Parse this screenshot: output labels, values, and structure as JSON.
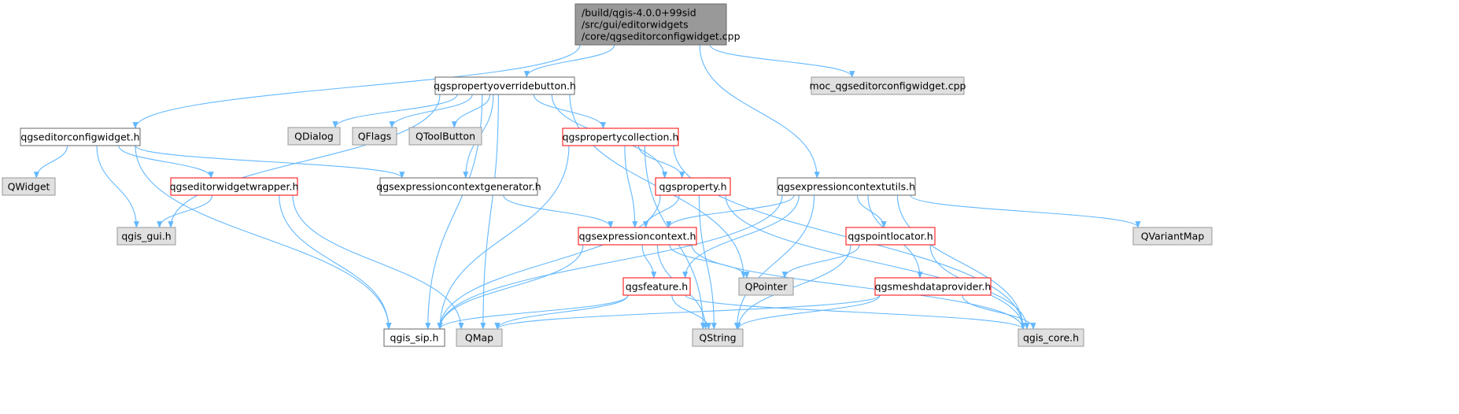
{
  "title": "Include dependency graph for qgseditorconfigwidget.cpp",
  "colors": {
    "edge": "#63b8ff",
    "root_fill": "#999999",
    "root_border": "#666666",
    "documented_fill": "#ffffff",
    "documented_border": "#666666",
    "red_border": "#ff0000",
    "external_fill": "#e0e0e0",
    "external_border": "#999999"
  },
  "nodes": [
    {
      "id": "root",
      "kind": "root",
      "lines": [
        "/build/qgis-4.0.0+99sid",
        "/src/gui/editorwidgets",
        "/core/qgseditorconfigwidget.cpp"
      ]
    },
    {
      "id": "propoverride",
      "kind": "documented",
      "lines": [
        "qgspropertyoverridebutton.h"
      ]
    },
    {
      "id": "moc",
      "kind": "external",
      "lines": [
        "moc_qgseditorconfigwidget.cpp"
      ]
    },
    {
      "id": "edconfh",
      "kind": "documented",
      "lines": [
        "qgseditorconfigwidget.h"
      ]
    },
    {
      "id": "qdialog",
      "kind": "external",
      "lines": [
        "QDialog"
      ]
    },
    {
      "id": "qflags",
      "kind": "external",
      "lines": [
        "QFlags"
      ]
    },
    {
      "id": "qtoolbutton",
      "kind": "external",
      "lines": [
        "QToolButton"
      ]
    },
    {
      "id": "propcoll",
      "kind": "red",
      "lines": [
        "qgspropertycollection.h"
      ]
    },
    {
      "id": "qwidget",
      "kind": "external",
      "lines": [
        "QWidget"
      ]
    },
    {
      "id": "edwrap",
      "kind": "red",
      "lines": [
        "qgseditorwidgetwrapper.h"
      ]
    },
    {
      "id": "exprgen",
      "kind": "documented",
      "lines": [
        "qgsexpressioncontextgenerator.h"
      ]
    },
    {
      "id": "prop",
      "kind": "red",
      "lines": [
        "qgsproperty.h"
      ]
    },
    {
      "id": "exprutils",
      "kind": "documented",
      "lines": [
        "qgsexpressioncontextutils.h"
      ]
    },
    {
      "id": "qgisgui",
      "kind": "external",
      "lines": [
        "qgis_gui.h"
      ]
    },
    {
      "id": "exprctx",
      "kind": "red",
      "lines": [
        "qgsexpressioncontext.h"
      ]
    },
    {
      "id": "pointloc",
      "kind": "red",
      "lines": [
        "qgspointlocator.h"
      ]
    },
    {
      "id": "qvariantmap",
      "kind": "external",
      "lines": [
        "QVariantMap"
      ]
    },
    {
      "id": "qpointer",
      "kind": "external",
      "lines": [
        "QPointer"
      ]
    },
    {
      "id": "feature",
      "kind": "red",
      "lines": [
        "qgsfeature.h"
      ]
    },
    {
      "id": "meshdp",
      "kind": "red",
      "lines": [
        "qgsmeshdataprovider.h"
      ]
    },
    {
      "id": "qgissip",
      "kind": "documented",
      "lines": [
        "qgis_sip.h"
      ]
    },
    {
      "id": "qmap",
      "kind": "external",
      "lines": [
        "QMap"
      ]
    },
    {
      "id": "qstring",
      "kind": "external",
      "lines": [
        "QString"
      ]
    },
    {
      "id": "qgiscore",
      "kind": "external",
      "lines": [
        "qgis_core.h"
      ]
    }
  ],
  "edges": [
    [
      "root",
      "edconfh"
    ],
    [
      "root",
      "propoverride"
    ],
    [
      "root",
      "exprutils"
    ],
    [
      "root",
      "moc"
    ],
    [
      "propoverride",
      "qgisgui"
    ],
    [
      "propoverride",
      "qgissip"
    ],
    [
      "propoverride",
      "qdialog"
    ],
    [
      "propoverride",
      "qflags"
    ],
    [
      "propoverride",
      "qtoolbutton"
    ],
    [
      "propoverride",
      "qmap"
    ],
    [
      "propoverride",
      "exprgen"
    ],
    [
      "propoverride",
      "propcoll"
    ],
    [
      "propoverride",
      "prop"
    ],
    [
      "propoverride",
      "qpointer"
    ],
    [
      "edconfh",
      "qwidget"
    ],
    [
      "edconfh",
      "qgisgui"
    ],
    [
      "edconfh",
      "edwrap"
    ],
    [
      "edconfh",
      "exprgen"
    ],
    [
      "edconfh",
      "qgissip"
    ],
    [
      "edwrap",
      "qgisgui"
    ],
    [
      "edwrap",
      "qgissip"
    ],
    [
      "edwrap",
      "qmap"
    ],
    [
      "exprgen",
      "exprctx"
    ],
    [
      "propcoll",
      "prop"
    ],
    [
      "propcoll",
      "exprctx"
    ],
    [
      "propcoll",
      "qgissip"
    ],
    [
      "propcoll",
      "qstring"
    ],
    [
      "propcoll",
      "qgiscore"
    ],
    [
      "prop",
      "exprctx"
    ],
    [
      "prop",
      "qgissip"
    ],
    [
      "prop",
      "qstring"
    ],
    [
      "prop",
      "qgiscore"
    ],
    [
      "exprutils",
      "exprctx"
    ],
    [
      "exprutils",
      "feature"
    ],
    [
      "exprutils",
      "pointloc"
    ],
    [
      "exprutils",
      "qvariantmap"
    ],
    [
      "exprutils",
      "meshdp"
    ],
    [
      "exprutils",
      "qgissip"
    ],
    [
      "exprutils",
      "qstring"
    ],
    [
      "exprutils",
      "qgiscore"
    ],
    [
      "exprctx",
      "feature"
    ],
    [
      "exprctx",
      "qpointer"
    ],
    [
      "exprctx",
      "qgissip"
    ],
    [
      "exprctx",
      "qstring"
    ],
    [
      "exprctx",
      "qgiscore"
    ],
    [
      "pointloc",
      "qpointer"
    ],
    [
      "pointloc",
      "qstring"
    ],
    [
      "pointloc",
      "qgiscore"
    ],
    [
      "feature",
      "qgissip"
    ],
    [
      "feature",
      "qmap"
    ],
    [
      "feature",
      "qstring"
    ],
    [
      "feature",
      "qgiscore"
    ],
    [
      "meshdp",
      "qmap"
    ],
    [
      "meshdp",
      "qstring"
    ],
    [
      "meshdp",
      "qgiscore"
    ]
  ]
}
